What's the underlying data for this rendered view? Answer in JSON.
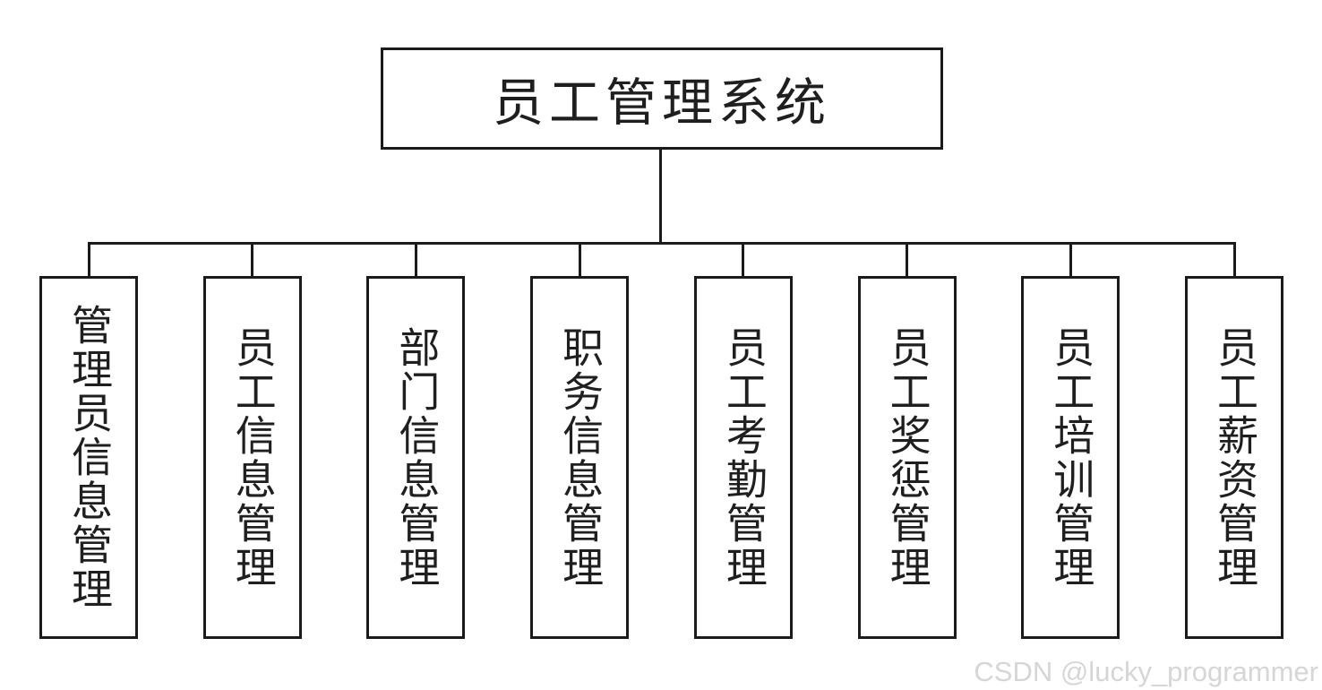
{
  "diagram": {
    "root": {
      "label": "员工管理系统"
    },
    "children": [
      {
        "label": "管理员信息管理"
      },
      {
        "label": "员工信息管理"
      },
      {
        "label": "部门信息管理"
      },
      {
        "label": "职务信息管理"
      },
      {
        "label": "员工考勤管理"
      },
      {
        "label": "员工奖惩管理"
      },
      {
        "label": "员工培训管理"
      },
      {
        "label": "员工薪资管理"
      }
    ]
  },
  "watermark": {
    "text": "CSDN @lucky_programmer"
  },
  "colors": {
    "line": "#1b1b1b",
    "background": "#ffffff",
    "watermark_text": "#d6d6d6"
  }
}
